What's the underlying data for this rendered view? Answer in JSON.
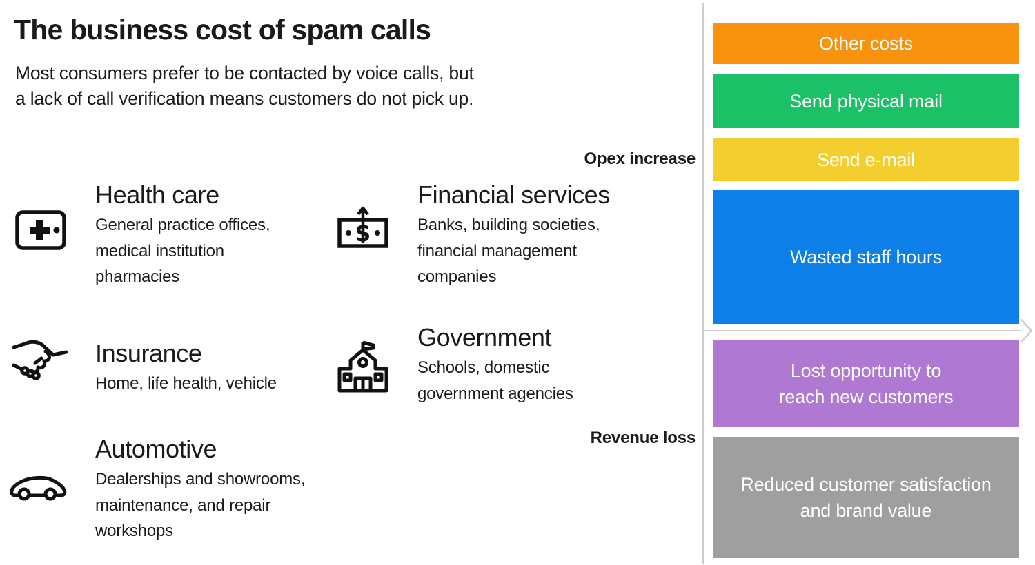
{
  "header": {
    "title": "The business cost of spam calls",
    "subtitle": "Most consumers prefer to be contacted by voice calls, but\na lack of call verification means customers do not pick up."
  },
  "sectors": [
    {
      "name": "Health care",
      "description": "General practice offices,\nmedical institution\npharmacies",
      "icon": "medical-kit-icon"
    },
    {
      "name": "Financial services",
      "description": "Banks, building societies,\nfinancial management\ncompanies",
      "icon": "banknote-arrow-icon"
    },
    {
      "name": "Insurance",
      "description": "Home, life health, vehicle",
      "icon": "handshake-icon"
    },
    {
      "name": "Government",
      "description": "Schools, domestic\ngovernment agencies",
      "icon": "government-building-icon"
    },
    {
      "name": "Automotive",
      "description": "Dealerships and showrooms,\nmaintenance, and repair\nworkshops",
      "icon": "car-icon"
    }
  ],
  "chart": {
    "axis_color": "#cdcdcd",
    "opex_label": "Opex increase",
    "revenue_label": "Revenue loss",
    "bars": [
      {
        "label": "Other costs",
        "color": "#f9920d",
        "group": "Opex increase"
      },
      {
        "label": "Send physical mail",
        "color": "#1bc167",
        "group": "Opex increase"
      },
      {
        "label": "Send e-mail",
        "color": "#f4cd2f",
        "group": "Opex increase"
      },
      {
        "label": "Wasted staff hours",
        "color": "#0c80e8",
        "group": "Opex increase"
      },
      {
        "label": "Lost opportunity to\nreach new customers",
        "color": "#ae78d3",
        "group": "Revenue loss"
      },
      {
        "label": "Reduced customer satisfaction\nand brand value",
        "color": "#9f9fa0",
        "group": "Revenue loss"
      }
    ]
  }
}
